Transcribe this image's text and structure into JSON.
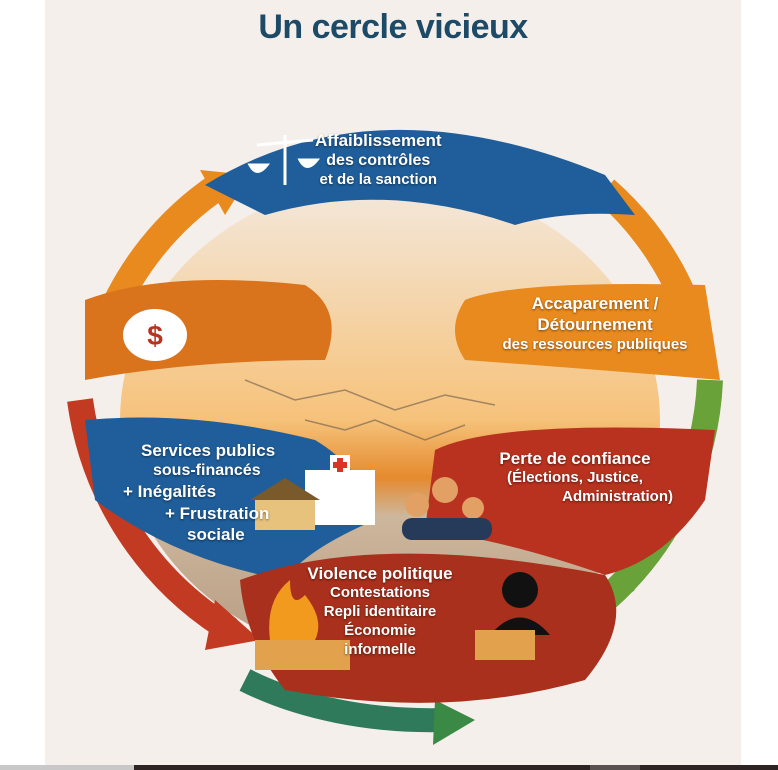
{
  "title": "Un cercle vicieux",
  "stages": {
    "weakening": [
      "Affaiblissement",
      "des contrôles",
      "et de la sanction"
    ],
    "capture": [
      "Accaparement /",
      "Détournement",
      "des ressources publiques"
    ],
    "distrust": [
      "Perte de confiance",
      "(Élections, Justice,",
      "Administration)"
    ],
    "violence": [
      "Violence politique",
      "Contestations",
      "Repli identitaire",
      "Économie",
      "informelle"
    ],
    "services": [
      "Services publics",
      "sous-financés",
      "+ Inégalités",
      "+ Frustration",
      "sociale"
    ]
  },
  "colors": {
    "blue": "#1f5e9a",
    "orange": "#e88a1e",
    "red": "#b8321f",
    "green": "#5e9a35",
    "title": "#1d4a66"
  }
}
